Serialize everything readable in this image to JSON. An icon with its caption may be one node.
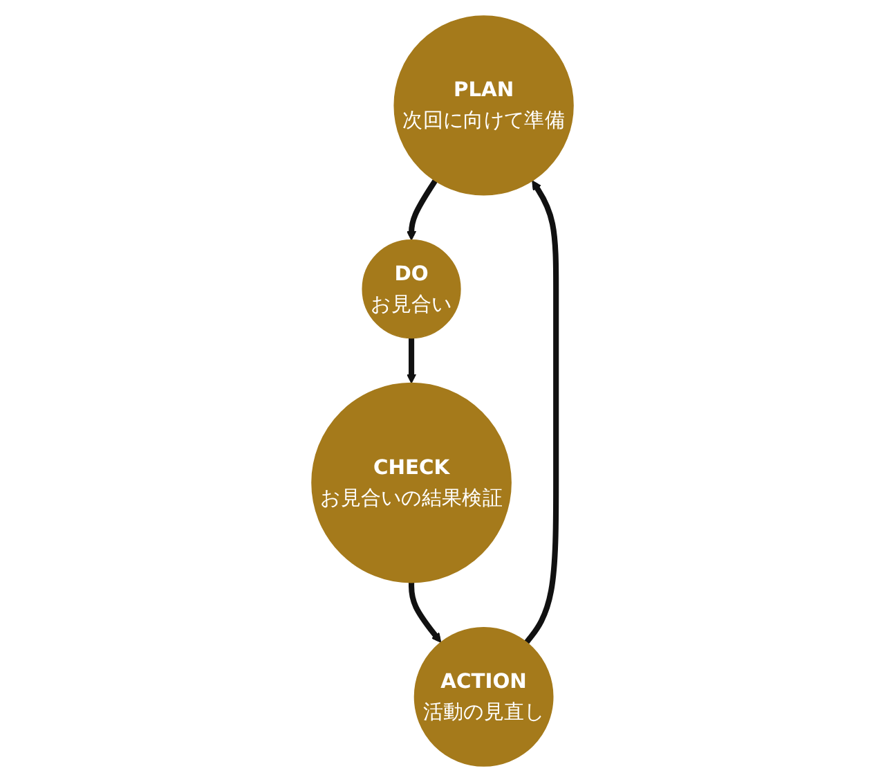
{
  "diagram": {
    "nodes": [
      {
        "text": [
          "PLAN",
          "次回に向けて準備"
        ]
      },
      {
        "text": [
          "DO",
          "お見合い"
        ]
      },
      {
        "text": [
          "CHECK",
          "お見合いの結果検証"
        ]
      },
      {
        "text": [
          "ACTION",
          "活動の見直し"
        ]
      }
    ],
    "edges": [
      {
        "from": 0,
        "to": 1,
        "arrow": "to"
      },
      {
        "from": 1,
        "to": 2,
        "arrow": "to"
      },
      {
        "from": 2,
        "to": 3,
        "arrow": "to"
      },
      {
        "from": 3,
        "to": 0,
        "arrow": "to"
      }
    ]
  }
}
